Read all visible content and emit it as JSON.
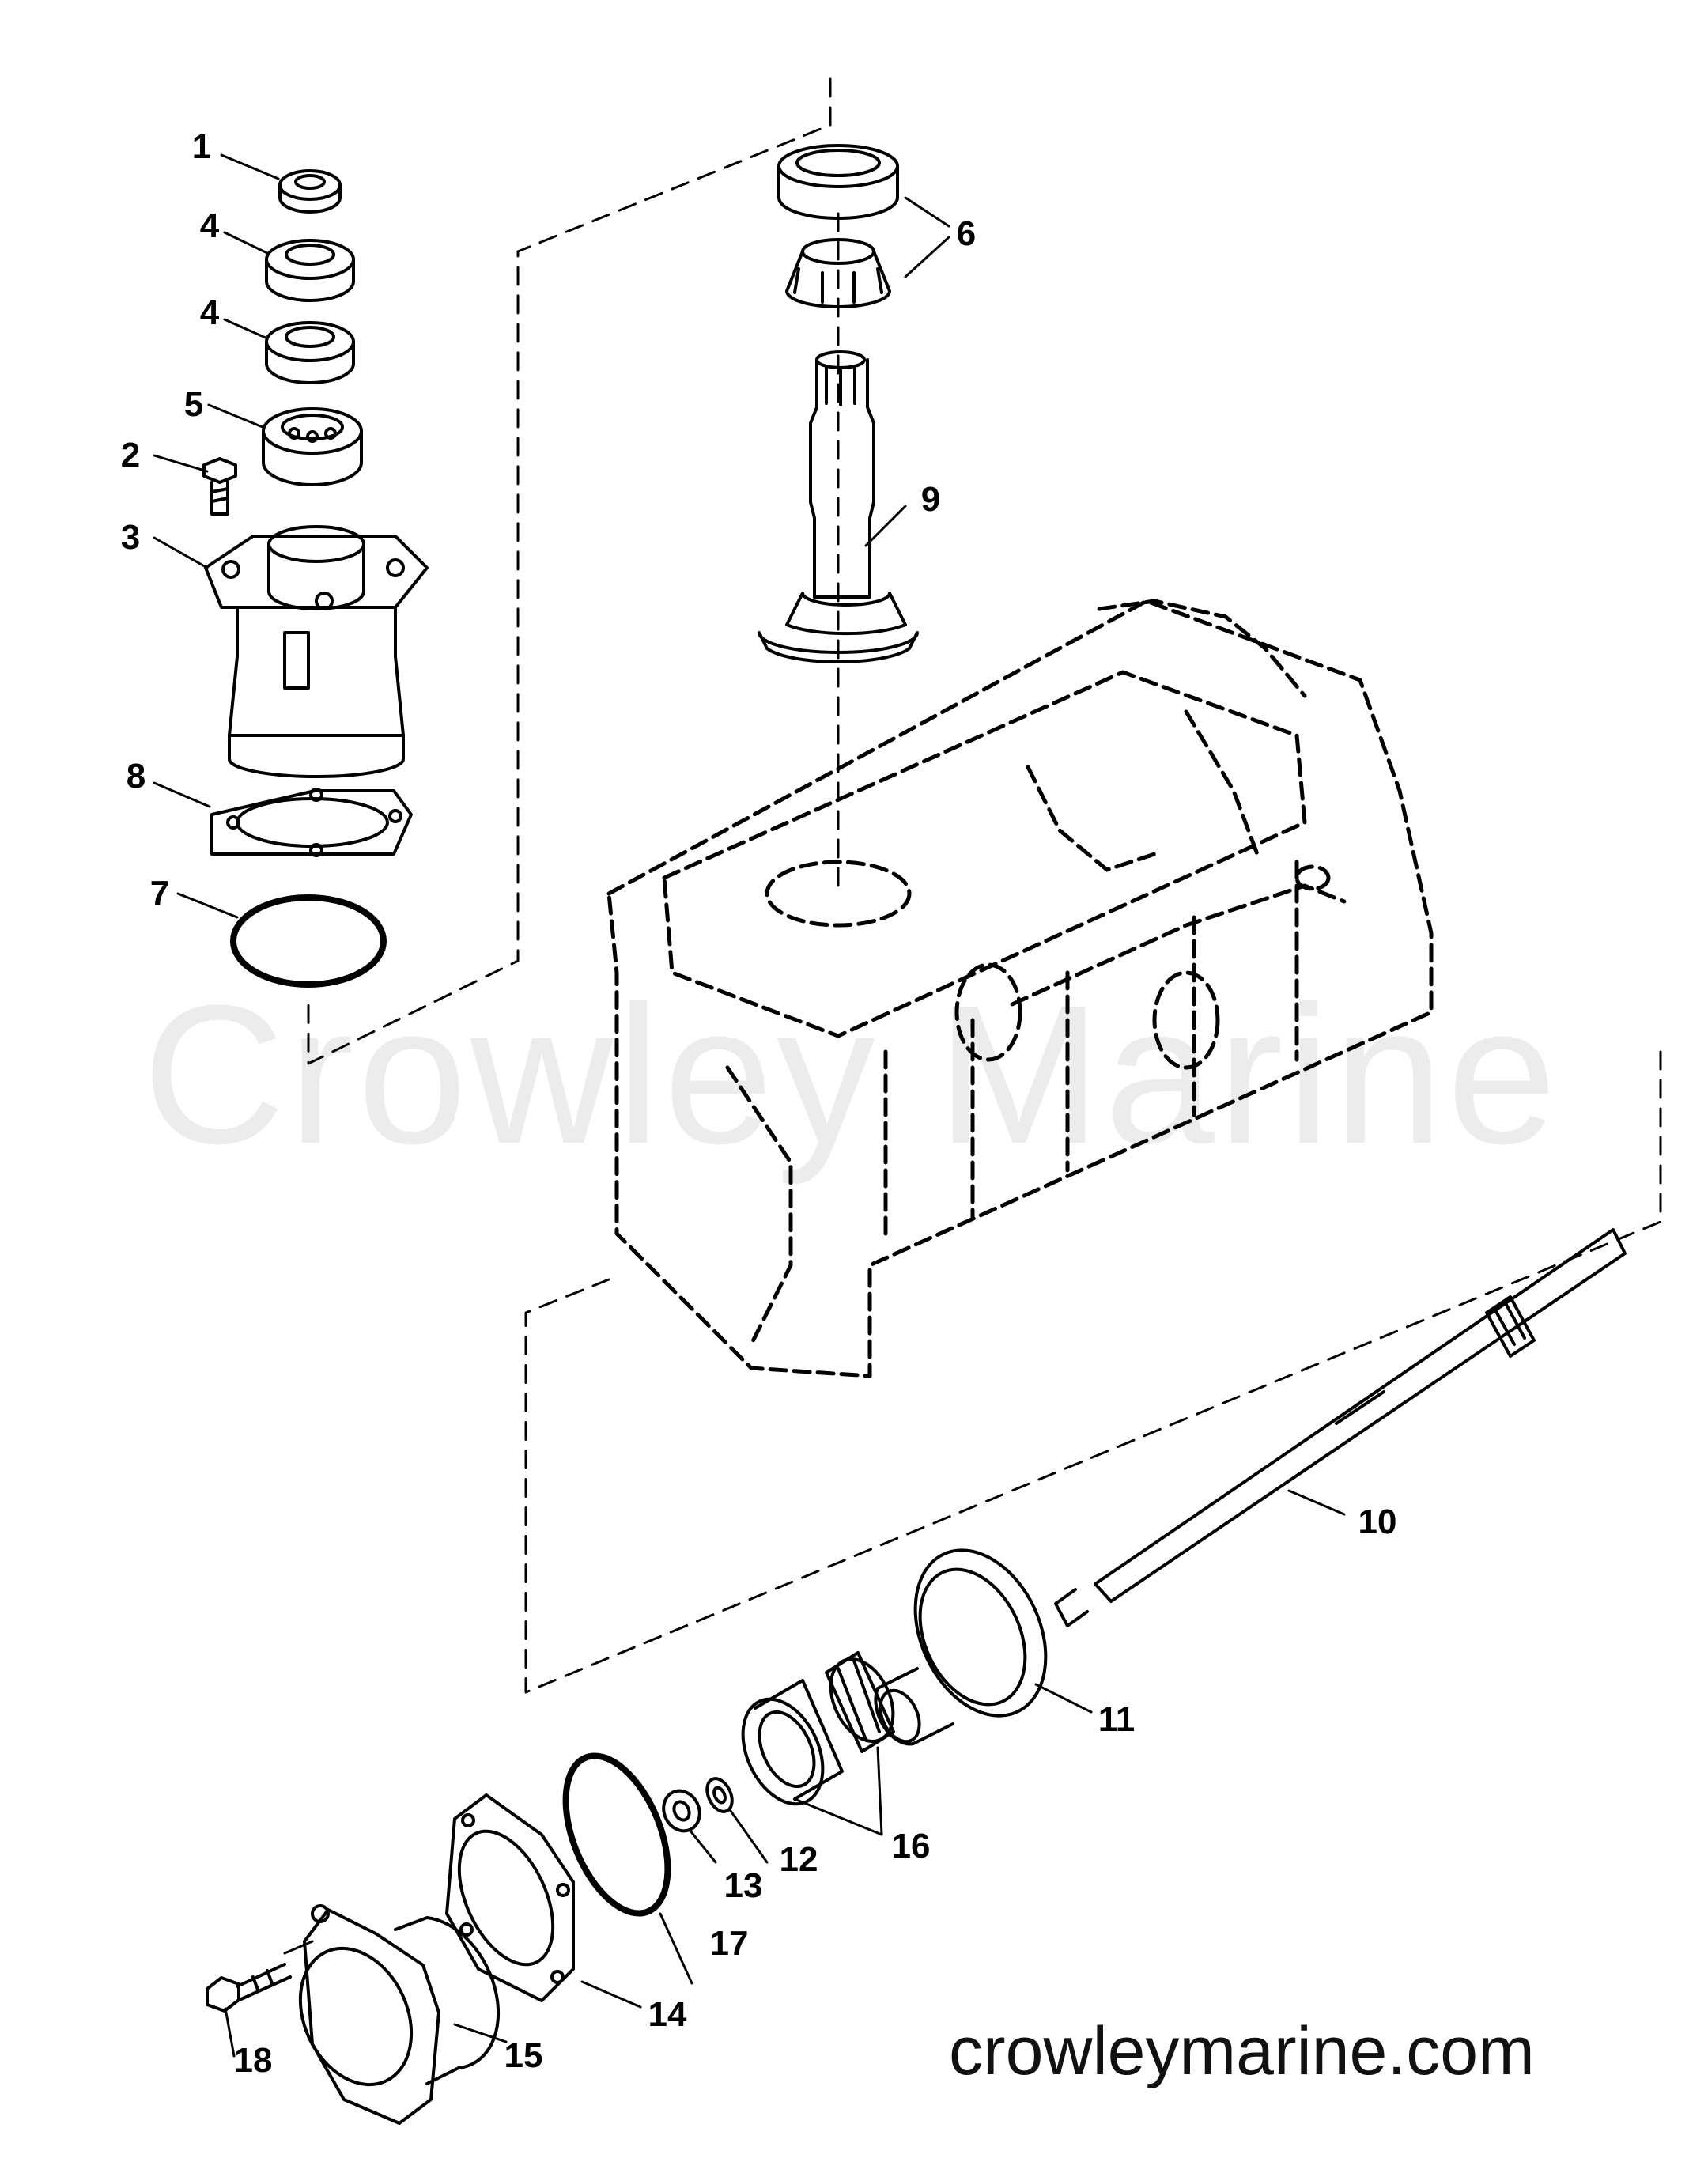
{
  "diagram": {
    "watermark_text": "Crowley Marine",
    "site_url": "crowleymarine.com",
    "callouts": [
      "1",
      "2",
      "3",
      "4",
      "4",
      "5",
      "6",
      "7",
      "8",
      "9",
      "10",
      "11",
      "12",
      "13",
      "14",
      "15",
      "16",
      "17",
      "18"
    ]
  },
  "colors": {
    "line": "#000000",
    "background": "#ffffff"
  }
}
